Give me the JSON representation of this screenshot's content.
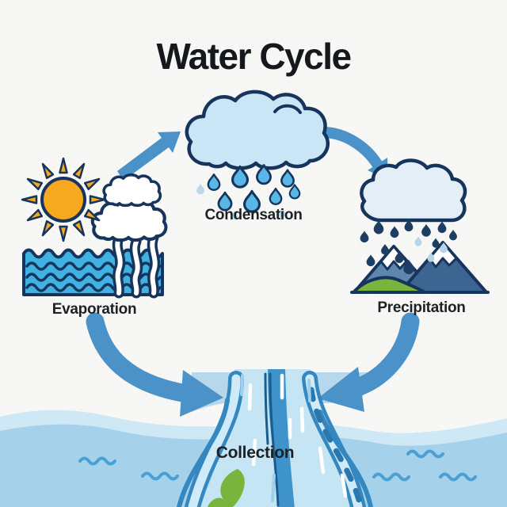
{
  "diagram": {
    "title": "Water Cycle",
    "stages": [
      {
        "id": "evaporation",
        "label": "Evaporation"
      },
      {
        "id": "condensation",
        "label": "Condensation"
      },
      {
        "id": "precipitation",
        "label": "Precipitation"
      },
      {
        "id": "collection",
        "label": "Collection"
      }
    ],
    "flow": [
      "Evaporation -> Condensation",
      "Condensation -> Precipitation",
      "Precipitation -> Collection",
      "Evaporation -> Collection"
    ],
    "colors": {
      "background": "#f7f8f6",
      "outline_ink": "#17355c",
      "text": "#1d2126",
      "arrow_blue": "#4a92c8",
      "sun_orange": "#f6a81e",
      "water_cyan": "#3fb2e2",
      "cloud_light_blue": "#c9e5f6",
      "cloud_pale": "#e4eef7",
      "raindrop_blue": "#59b7e8",
      "raindrop_navy": "#1d3d63",
      "mountain_light": "#5d87ac",
      "mountain_dark": "#3d6592",
      "hill_green": "#79b43c",
      "sea_blue": "#a5d2ea",
      "sea_crest": "#cfe8f5",
      "falls_light": "#c6e5f4",
      "falls_mid": "#3e93ca"
    }
  }
}
